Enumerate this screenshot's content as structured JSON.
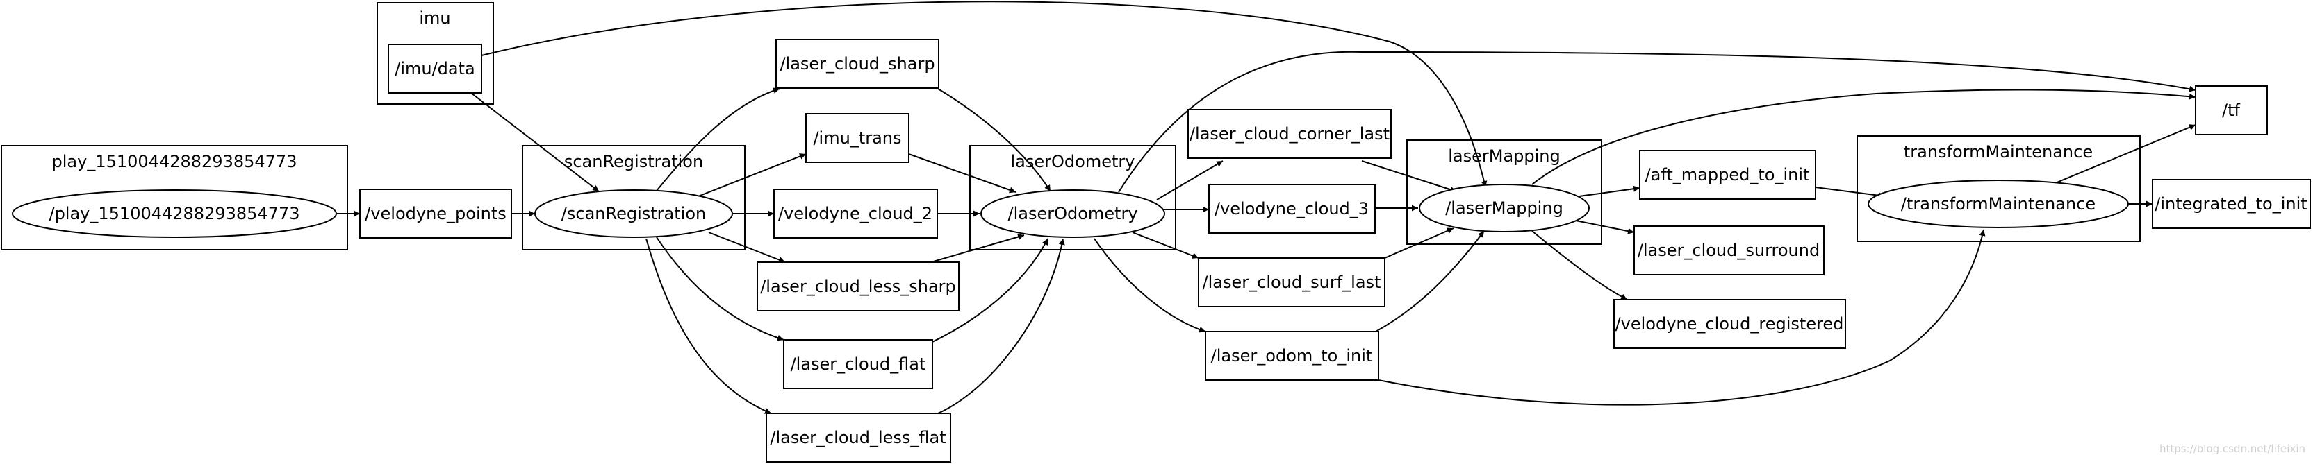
{
  "clusters": {
    "imu": "imu",
    "play": "play_1510044288293854773",
    "scanRegistration": "scanRegistration",
    "laserOdometry": "laserOdometry",
    "laserMapping": "laserMapping",
    "transformMaintenance": "transformMaintenance"
  },
  "nodes": {
    "play": "/play_1510044288293854773",
    "scanRegistration": "/scanRegistration",
    "laserOdometry": "/laserOdometry",
    "laserMapping": "/laserMapping",
    "transformMaintenance": "/transformMaintenance"
  },
  "topics": {
    "imu_data": "/imu/data",
    "velodyne_points": "/velodyne_points",
    "laser_cloud_sharp": "/laser_cloud_sharp",
    "imu_trans": "/imu_trans",
    "velodyne_cloud_2": "/velodyne_cloud_2",
    "laser_cloud_less_sharp": "/laser_cloud_less_sharp",
    "laser_cloud_flat": "/laser_cloud_flat",
    "laser_cloud_less_flat": "/laser_cloud_less_flat",
    "laser_cloud_corner_last": "/laser_cloud_corner_last",
    "velodyne_cloud_3": "/velodyne_cloud_3",
    "laser_cloud_surf_last": "/laser_cloud_surf_last",
    "laser_odom_to_init": "/laser_odom_to_init",
    "aft_mapped_to_init": "/aft_mapped_to_init",
    "laser_cloud_surround": "/laser_cloud_surround",
    "velodyne_cloud_registered": "/velodyne_cloud_registered",
    "tf": "/tf",
    "integrated_to_init": "/integrated_to_init"
  },
  "watermark": "https://blog.csdn.net/lifeixin"
}
